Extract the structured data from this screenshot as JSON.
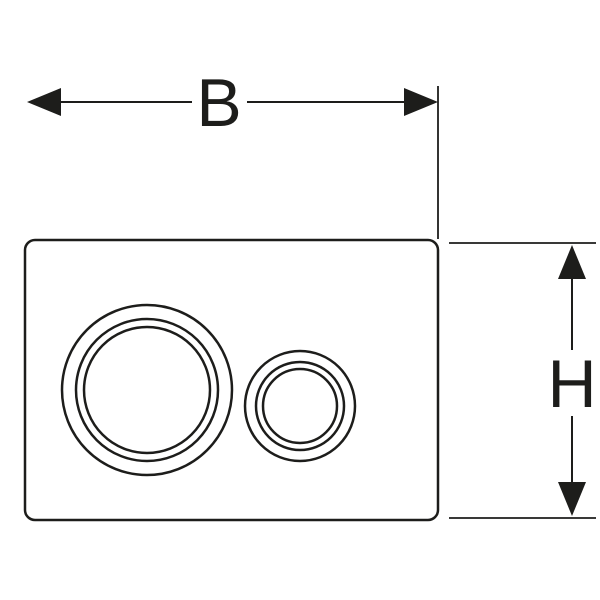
{
  "figure": {
    "type": "technical-dimension-diagram",
    "subject": "Wall-mounted flush actuator plate with one large round button and one small round button",
    "dimension_labels": {
      "width": "B",
      "height": "H"
    },
    "colors": {
      "line": "#1d1d1b",
      "background": "#ffffff"
    }
  }
}
